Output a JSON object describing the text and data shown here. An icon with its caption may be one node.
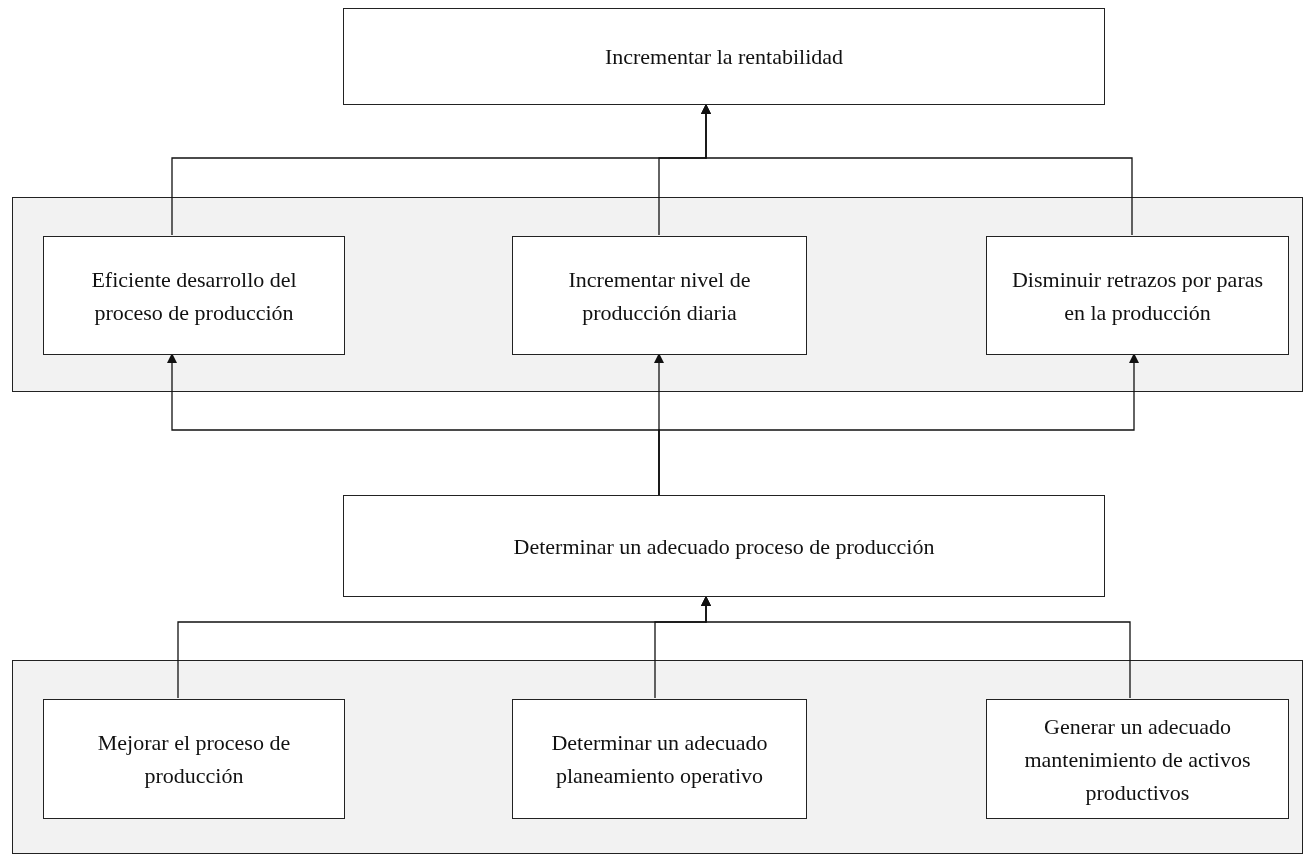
{
  "diagram": {
    "nodes": [
      {
        "text": [
          "Incrementar la rentabilidad"
        ]
      },
      {
        "text": [],
        "shape": "box"
      },
      {
        "text": [
          "Eficiente desarrollo del proceso de producción"
        ],
        "in": 1
      },
      {
        "text": [
          "Incrementar nivel de producción diaria"
        ],
        "in": 1
      },
      {
        "text": [
          "Disminuir retrazos por paras en la producción"
        ],
        "in": 1
      },
      {
        "text": [
          "Determinar un adecuado proceso de producción"
        ]
      },
      {
        "text": [],
        "shape": "box"
      },
      {
        "text": [
          "Mejorar el proceso de producción"
        ],
        "in": 6
      },
      {
        "text": [
          "Determinar un adecuado planeamiento operativo"
        ],
        "in": 6
      },
      {
        "text": [
          "Generar un adecuado mantenimiento de activos productivos"
        ],
        "in": 6
      }
    ],
    "edges": [
      {
        "from": 2,
        "to": 0,
        "arrow": "to"
      },
      {
        "from": 3,
        "to": 0,
        "arrow": "to"
      },
      {
        "from": 4,
        "to": 0,
        "arrow": "to"
      },
      {
        "from": 5,
        "to": 2,
        "arrow": "to"
      },
      {
        "from": 5,
        "to": 3,
        "arrow": "to"
      },
      {
        "from": 5,
        "to": 4,
        "arrow": "to"
      },
      {
        "from": 7,
        "to": 5,
        "arrow": "to"
      },
      {
        "from": 8,
        "to": 5,
        "arrow": "to"
      },
      {
        "from": 9,
        "to": 5,
        "arrow": "to"
      }
    ]
  }
}
